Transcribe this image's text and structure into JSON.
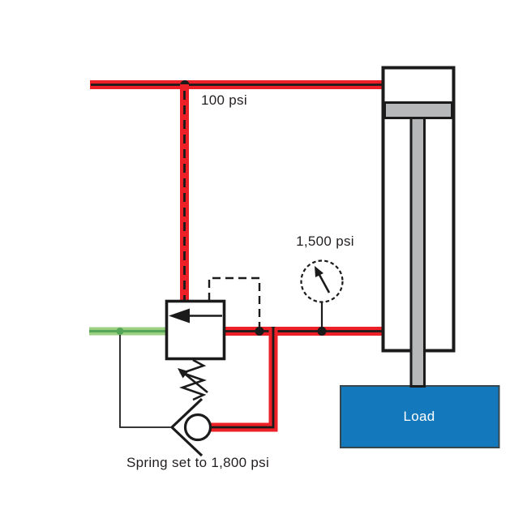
{
  "labels": {
    "top_pressure": "100 psi",
    "gauge_pressure": "1,500 psi",
    "spring_note": "Spring set to 1,800 psi",
    "load": "Load"
  },
  "colors": {
    "pressure_line_red": "#ED2027",
    "tank_line_green": "#9BCF82",
    "tank_line_green_dark": "#55A656",
    "load_blue": "#1478BD",
    "metal_gray": "#B6B8BA",
    "ink_black": "#1B1B1B"
  },
  "icons": {
    "counterbalance_valve": "counterbalance-valve-symbol",
    "adjustable_spring": "adjustable-spring-symbol",
    "pilot_line": "dashed-pilot-line",
    "check_valve": "check-valve-symbol",
    "pressure_gauge": "pressure-gauge-symbol",
    "cylinder": "hydraulic-cylinder-symbol",
    "load_block": "load-block"
  }
}
